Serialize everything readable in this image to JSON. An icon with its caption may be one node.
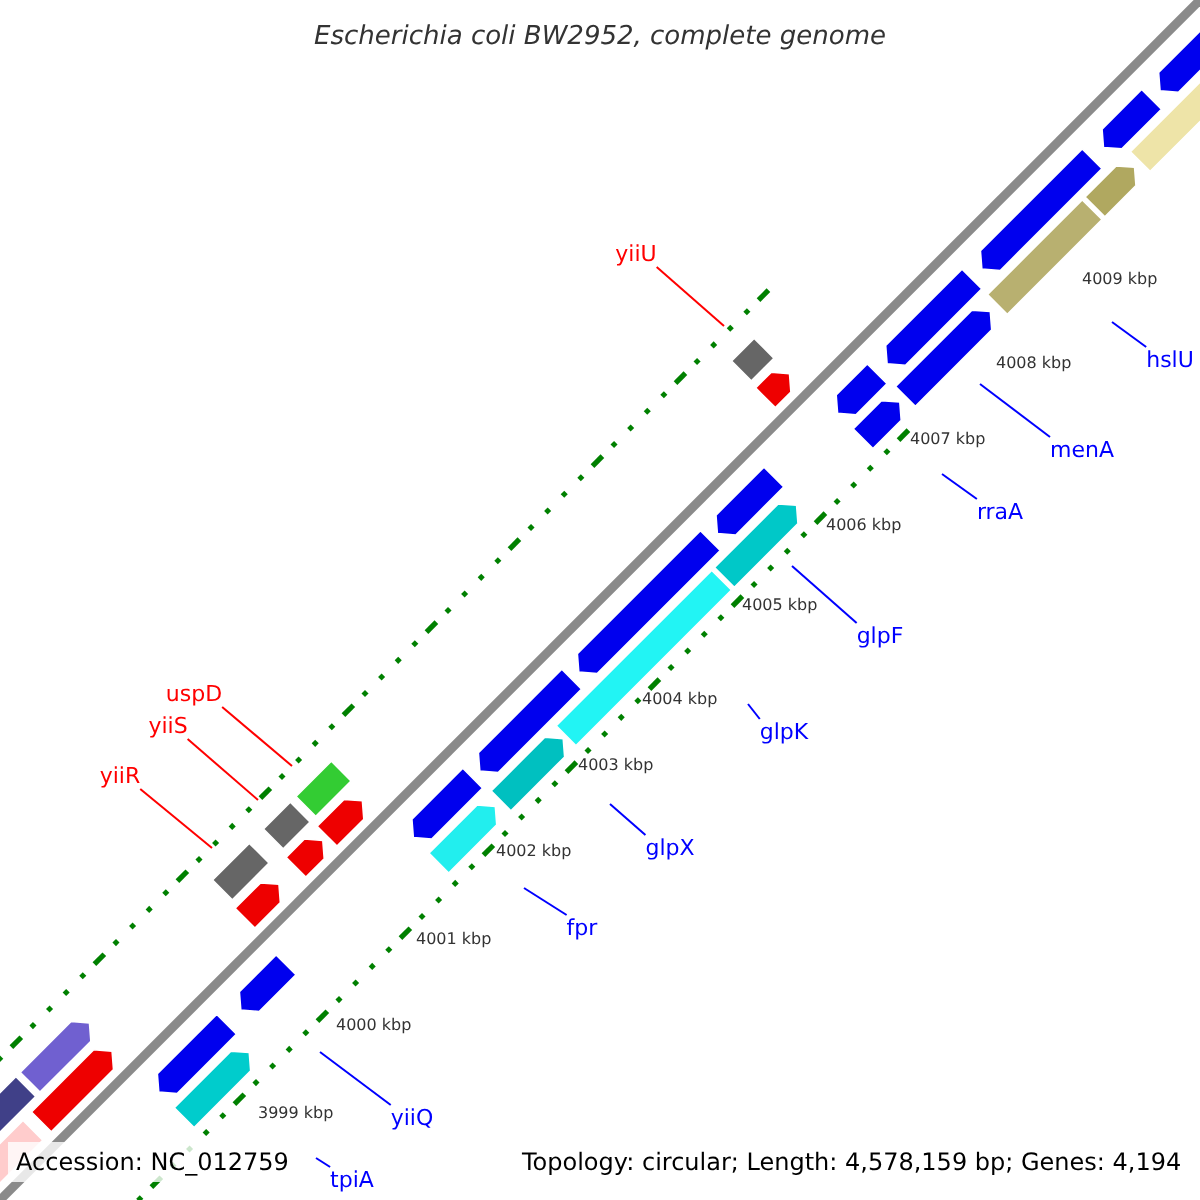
{
  "diagram": {
    "title": "Escherichia coli BW2952, complete genome",
    "nodes": [
      {
        "text": [
          "yiiU"
        ]
      },
      {
        "text": [
          "hslU"
        ]
      },
      {
        "text": [
          "menA"
        ]
      },
      {
        "text": [
          "rraA"
        ]
      },
      {
        "text": [
          "glpF"
        ]
      },
      {
        "text": [
          "uspD"
        ]
      },
      {
        "text": [
          "yiiS"
        ]
      },
      {
        "text": [
          "glpK"
        ]
      },
      {
        "text": [
          "yiiR"
        ]
      },
      {
        "text": [
          "glpX"
        ]
      },
      {
        "text": [
          "fpr"
        ]
      },
      {
        "text": [
          "yiiQ"
        ]
      },
      {
        "text": [
          "tpiA"
        ]
      }
    ],
    "edges": [
      {
        "from": 0,
        "to": null,
        "arrow": "none",
        "color": "#ff0000"
      },
      {
        "from": 1,
        "to": null,
        "arrow": "none"
      },
      {
        "from": 2,
        "to": null,
        "arrow": "none"
      },
      {
        "from": 3,
        "to": null,
        "arrow": "none"
      },
      {
        "from": 4,
        "to": null,
        "arrow": "none"
      },
      {
        "from": 5,
        "to": null,
        "arrow": "none",
        "color": "#ff0000"
      },
      {
        "from": 6,
        "to": null,
        "arrow": "none",
        "color": "#ff0000"
      },
      {
        "from": 7,
        "to": null,
        "arrow": "none"
      },
      {
        "from": 8,
        "to": null,
        "arrow": "none",
        "color": "#ff0000"
      },
      {
        "from": 9,
        "to": null,
        "arrow": "none"
      },
      {
        "from": 10,
        "to": null,
        "arrow": "none"
      },
      {
        "from": 11,
        "to": null,
        "arrow": "none"
      },
      {
        "from": 12,
        "to": null,
        "arrow": "none"
      }
    ],
    "labels": [
      "4009 kbp",
      "4008 kbp",
      "4007 kbp",
      "4006 kbp",
      "4005 kbp",
      "4004 kbp",
      "4003 kbp",
      "4002 kbp",
      "4001 kbp",
      "4000 kbp",
      "3999 kbp",
      "Accession: NC_012759",
      "Topology: circular; Length: 4,578,159 bp; Genes: 4,194"
    ]
  }
}
